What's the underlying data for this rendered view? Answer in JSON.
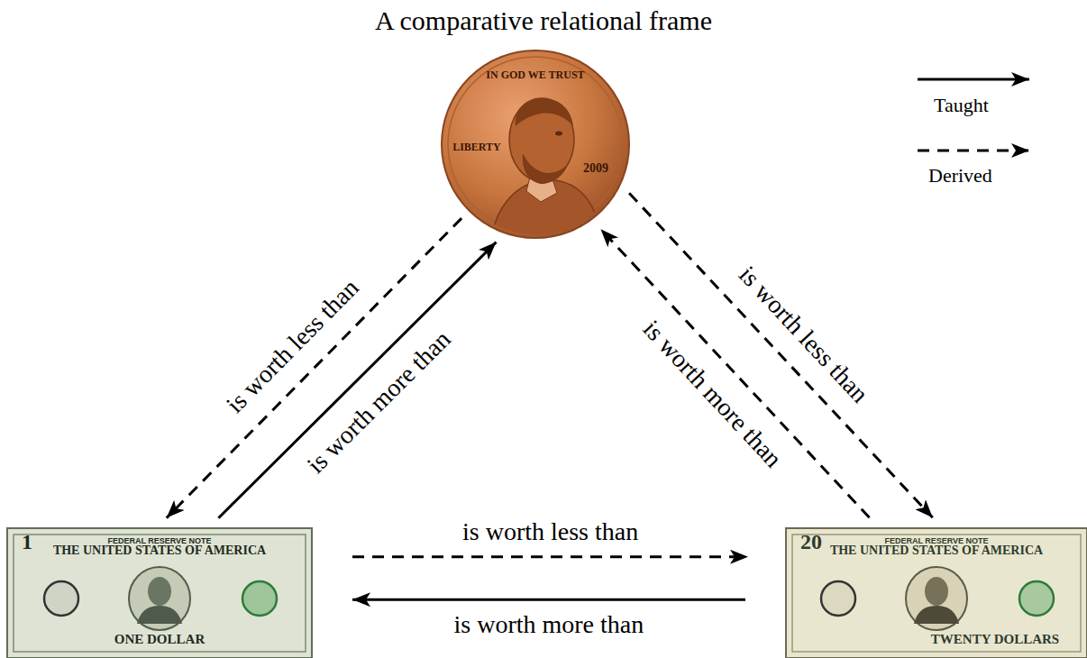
{
  "diagram": {
    "title": "A comparative relational frame",
    "nodes": [
      {
        "text": [
          "IN GOD WE TRUST",
          "LIBERTY",
          "2009"
        ]
      },
      {
        "text": [
          "FEDERAL RESERVE NOTE",
          "THE UNITED STATES OF AMERICA",
          "1",
          "ONE DOLLAR"
        ]
      },
      {
        "text": [
          "FEDERAL RESERVE NOTE",
          "THE UNITED STATES OF AMERICA",
          "20",
          "TWENTY DOLLARS"
        ]
      }
    ],
    "edges": [
      {
        "from": 1,
        "to": 0,
        "arrow": "to",
        "label": "is worth more than"
      },
      {
        "from": 0,
        "to": 1,
        "arrow": "to",
        "label": "is worth less than"
      },
      {
        "from": 2,
        "to": 1,
        "arrow": "to",
        "label": "is worth more than"
      },
      {
        "from": 1,
        "to": 2,
        "arrow": "to",
        "label": "is worth less than"
      },
      {
        "from": 0,
        "to": 2,
        "arrow": "to",
        "label": "is worth less than"
      },
      {
        "from": 2,
        "to": 0,
        "arrow": "to",
        "label": "is worth more than"
      }
    ],
    "legend": [
      {
        "text": "Taught"
      },
      {
        "text": "Derived"
      }
    ]
  }
}
